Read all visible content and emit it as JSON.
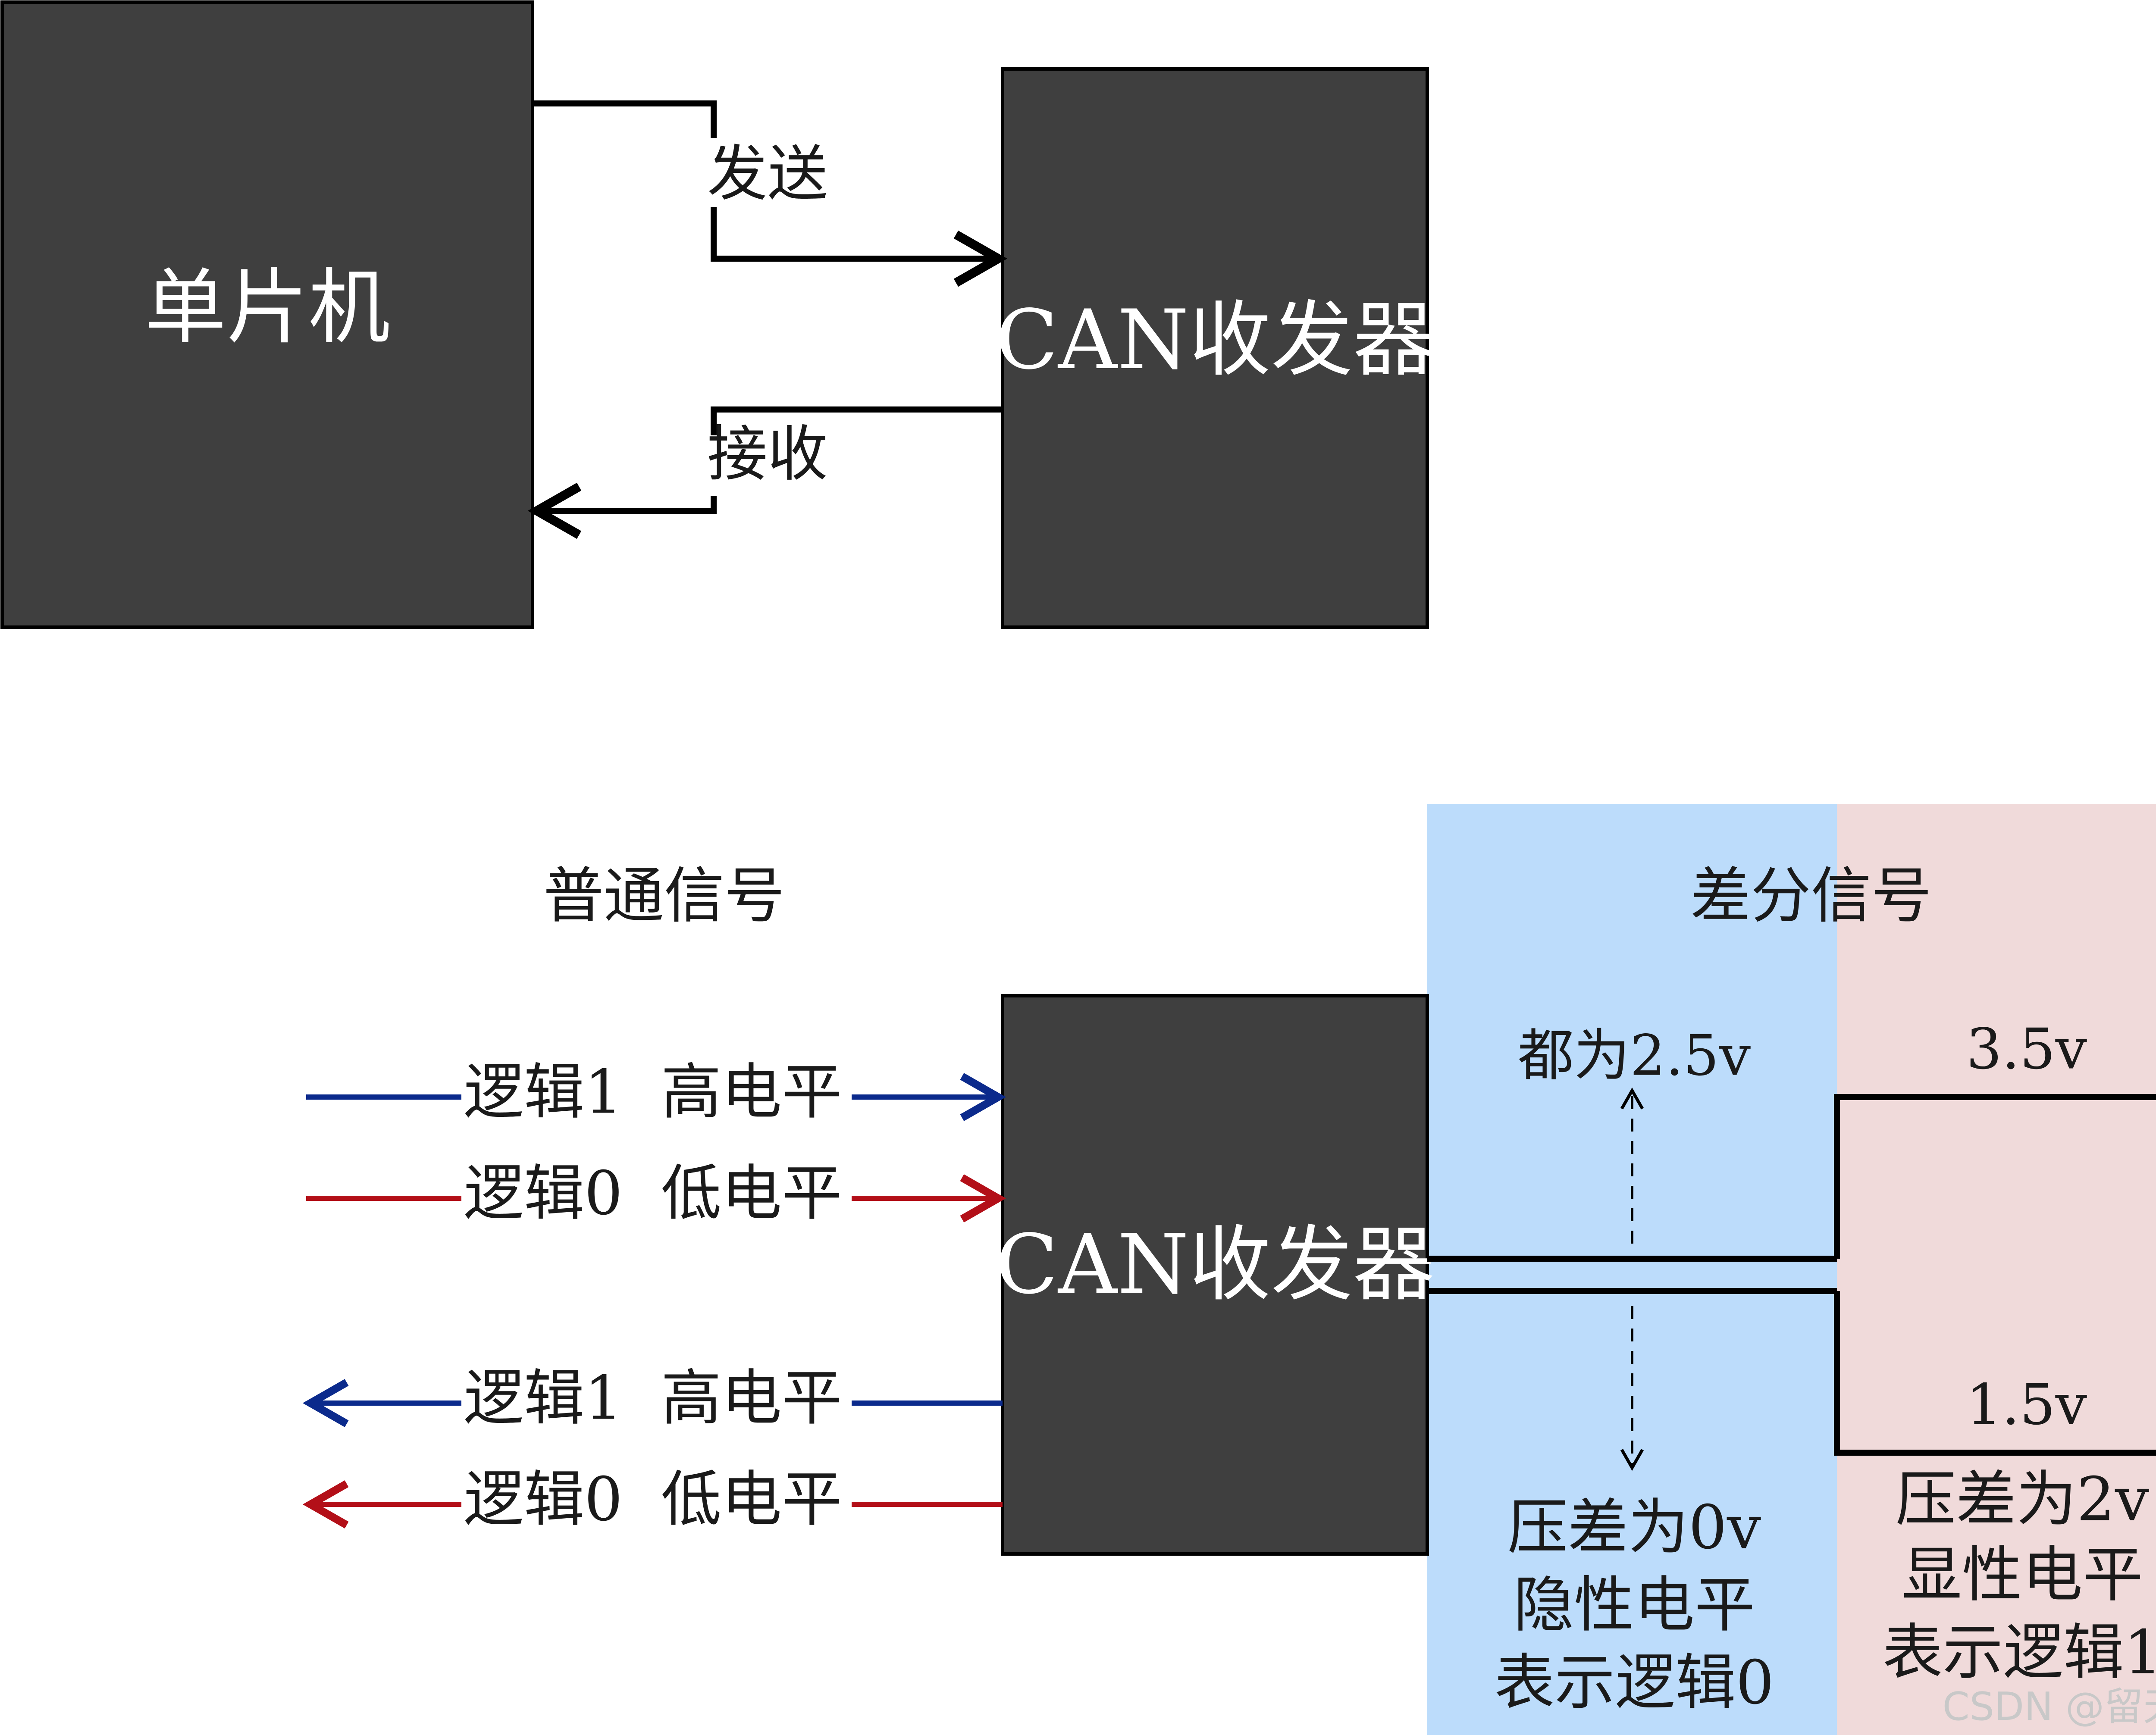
{
  "top": {
    "mcu_label": "单片机",
    "transceiver_label": "CAN收发器",
    "send_label": "发送",
    "receive_label": "接收"
  },
  "bottom": {
    "normal_signal_title": "普通信号",
    "differential_signal_title": "差分信号",
    "transceiver_label": "CAN收发器",
    "inputs": [
      {
        "label": "逻辑1  高电平",
        "color": "#0b2a8c"
      },
      {
        "label": "逻辑0  低电平",
        "color": "#b30f18"
      }
    ],
    "outputs": [
      {
        "label": "逻辑1  高电平",
        "color": "#0b2a8c"
      },
      {
        "label": "逻辑0  低电平",
        "color": "#b30f18"
      }
    ],
    "recessive": {
      "bg_color": "#bcdcfb",
      "both_label": "都为2.5v",
      "line1": "压差为0v",
      "line2": "隐性电平",
      "line3": "表示逻辑0"
    },
    "dominant": {
      "bg_color": "#f0dada",
      "high_label": "3.5v",
      "low_label": "1.5v",
      "line1": "压差为2v",
      "line2": "显性电平",
      "line3": "表示逻辑1"
    }
  },
  "colors": {
    "box_fill": "#3f3f3f",
    "line": "#000000"
  },
  "watermark": "CSDN @留天橙"
}
